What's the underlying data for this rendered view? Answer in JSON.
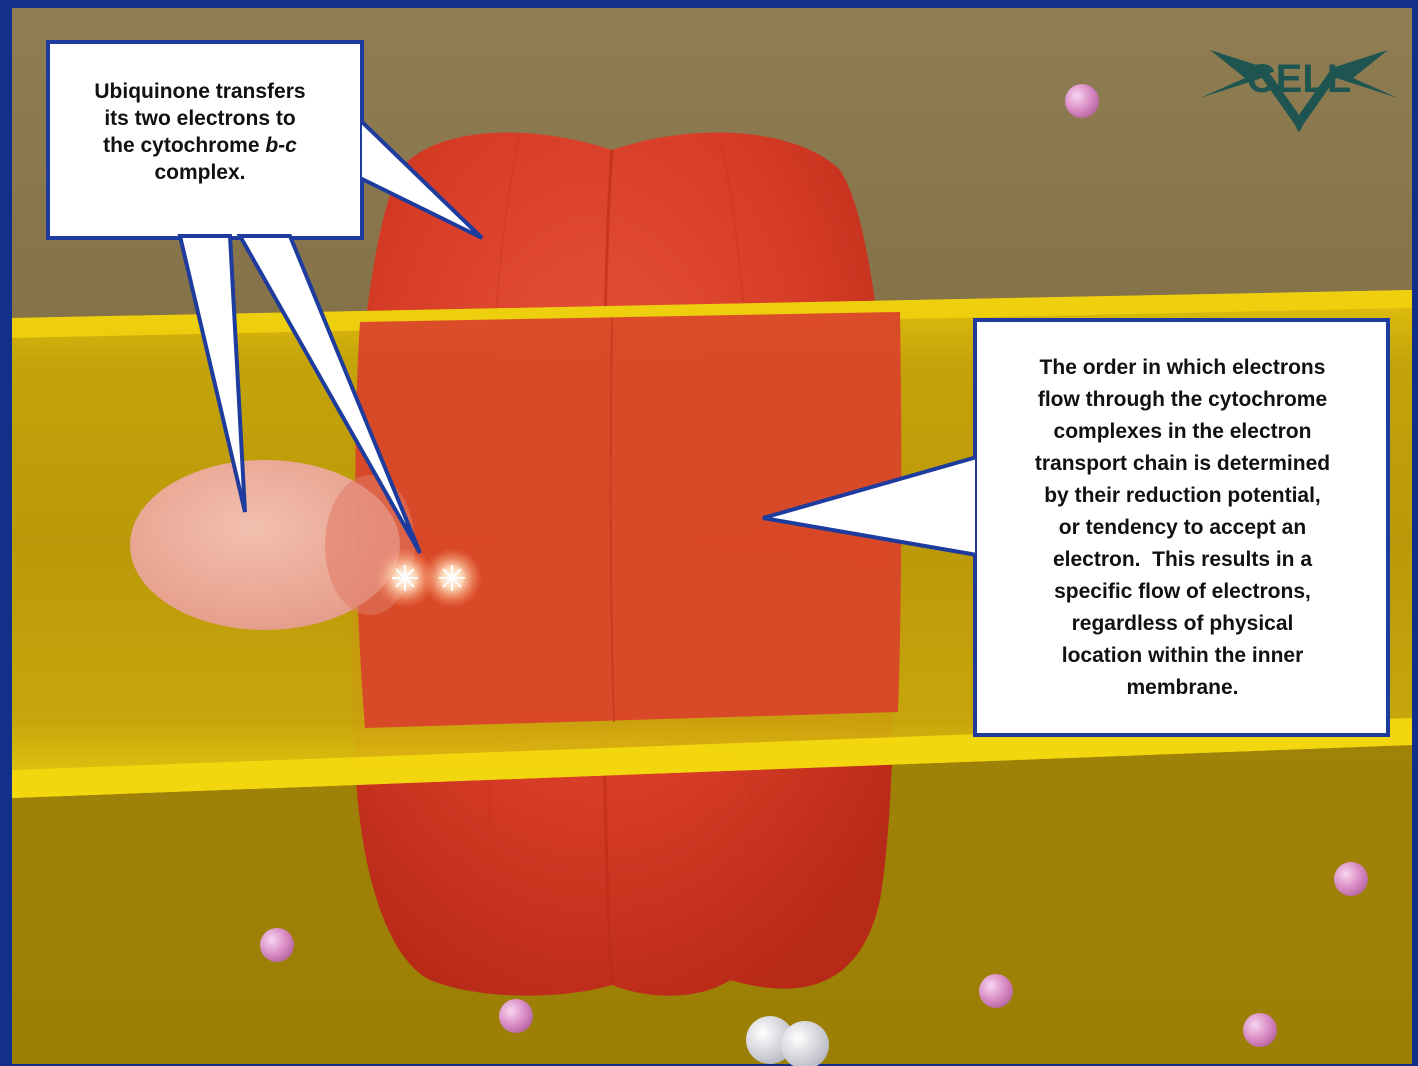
{
  "callouts": {
    "left": {
      "line1": "Ubiquinone transfers",
      "line2": "its two electrons to",
      "line3_prefix": "the cytochrome ",
      "line3_italic": "b-c",
      "line4": "complex."
    },
    "right": {
      "lines": [
        "The order in which electrons",
        "flow through the cytochrome",
        "complexes in the electron",
        "transport chain is determined",
        "by their reduction potential,",
        "or tendency to accept an",
        "electron.  This results in a",
        "specific flow of electrons,",
        "regardless of physical",
        "location within the inner",
        "membrane."
      ]
    }
  },
  "logo": {
    "text": "CELL",
    "icon": "cell-logo-icon"
  },
  "colors": {
    "frame": "#1b3a9a",
    "upper_background": "#8a774f",
    "lower_background": "#a8880c",
    "membrane": "#e5c410",
    "protein": "#d83a26",
    "ubiquinone": "#f1b3aa",
    "ion": "#d58ac3",
    "callout_border": "#1e3c9e",
    "logo": "#1e4f4a"
  }
}
